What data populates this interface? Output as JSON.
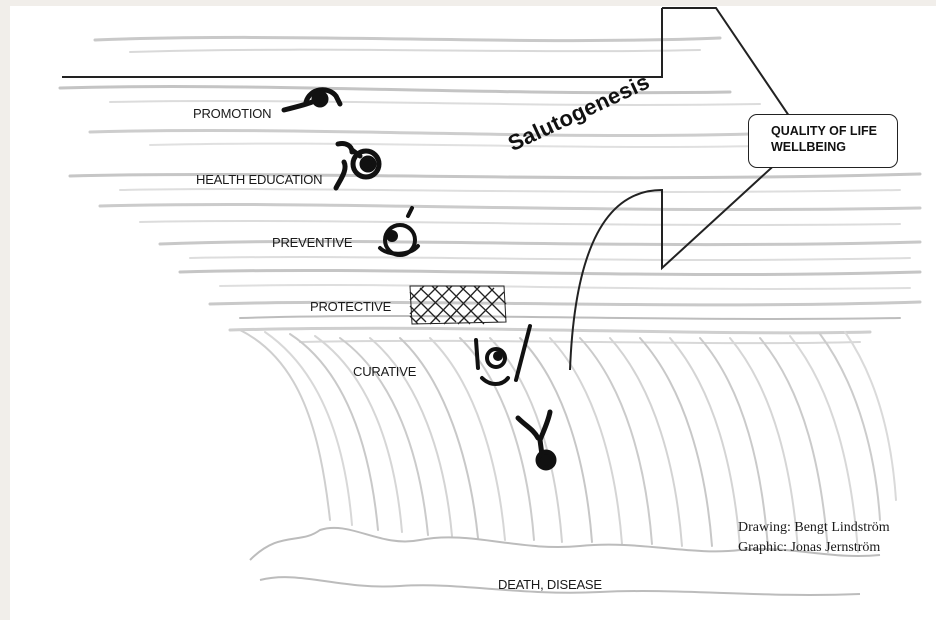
{
  "levels": [
    {
      "id": "promotion",
      "label": "PROMOTION"
    },
    {
      "id": "health-education",
      "label": "HEALTH EDUCATION"
    },
    {
      "id": "preventive",
      "label": "PREVENTIVE"
    },
    {
      "id": "protective",
      "label": "PROTECTIVE"
    },
    {
      "id": "curative",
      "label": "CURATIVE"
    }
  ],
  "salutogenesis": "Salutogenesis",
  "goal": {
    "line1": "QUALITY OF LIFE",
    "line2": "WELLBEING"
  },
  "bottom_label": "DEATH, DISEASE",
  "credits": {
    "drawing": "Drawing: Bengt Lindström",
    "graphic": "Graphic: Jonas Jernström"
  }
}
